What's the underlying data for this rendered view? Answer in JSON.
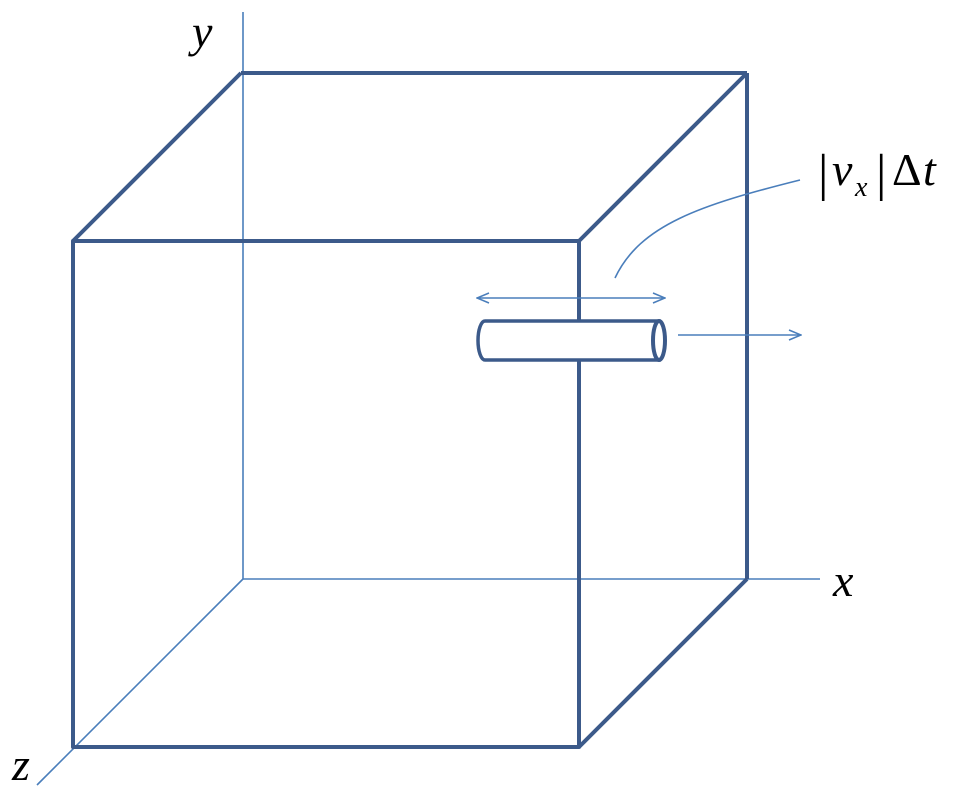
{
  "colors": {
    "cube_edge": "#3C5A8A",
    "axis_line": "#4A7EBB",
    "label_text": "#000000"
  },
  "axes": {
    "x_label": "x",
    "y_label": "y",
    "z_label": "z"
  },
  "annotation": {
    "abs_bar": "|",
    "velocity_symbol": "v",
    "velocity_subscript": "x",
    "abs_bar_close": "|",
    "delta": "Δ",
    "time_symbol": "t"
  }
}
